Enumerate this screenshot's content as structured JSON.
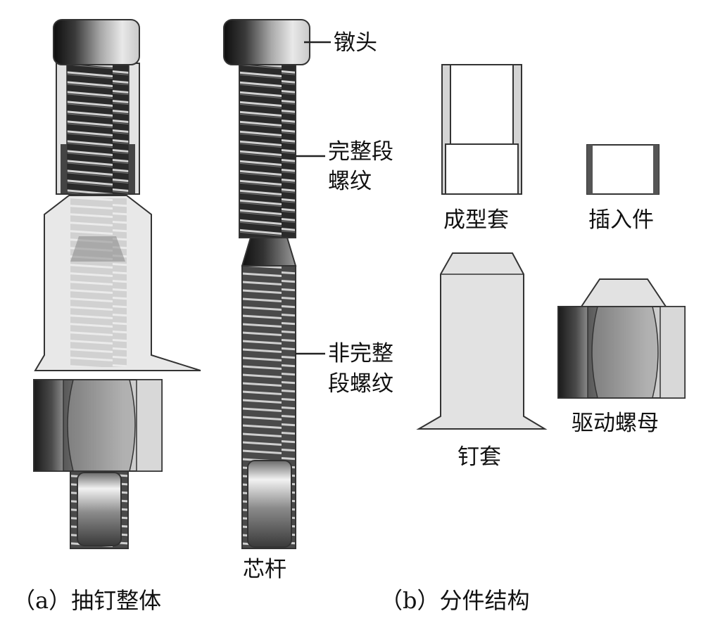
{
  "labels": {
    "upset_head": "镦头",
    "full_thread": [
      "完整段",
      "螺纹"
    ],
    "partial_thread": [
      "非完整",
      "段螺纹"
    ],
    "mandrel": "芯杆",
    "forming_sleeve": "成型套",
    "insert": "插入件",
    "nail_sleeve": "钉套",
    "drive_nut": "驱动螺母"
  },
  "captions": {
    "a": "（a）抽钉整体",
    "b": "（b）分件结构"
  }
}
